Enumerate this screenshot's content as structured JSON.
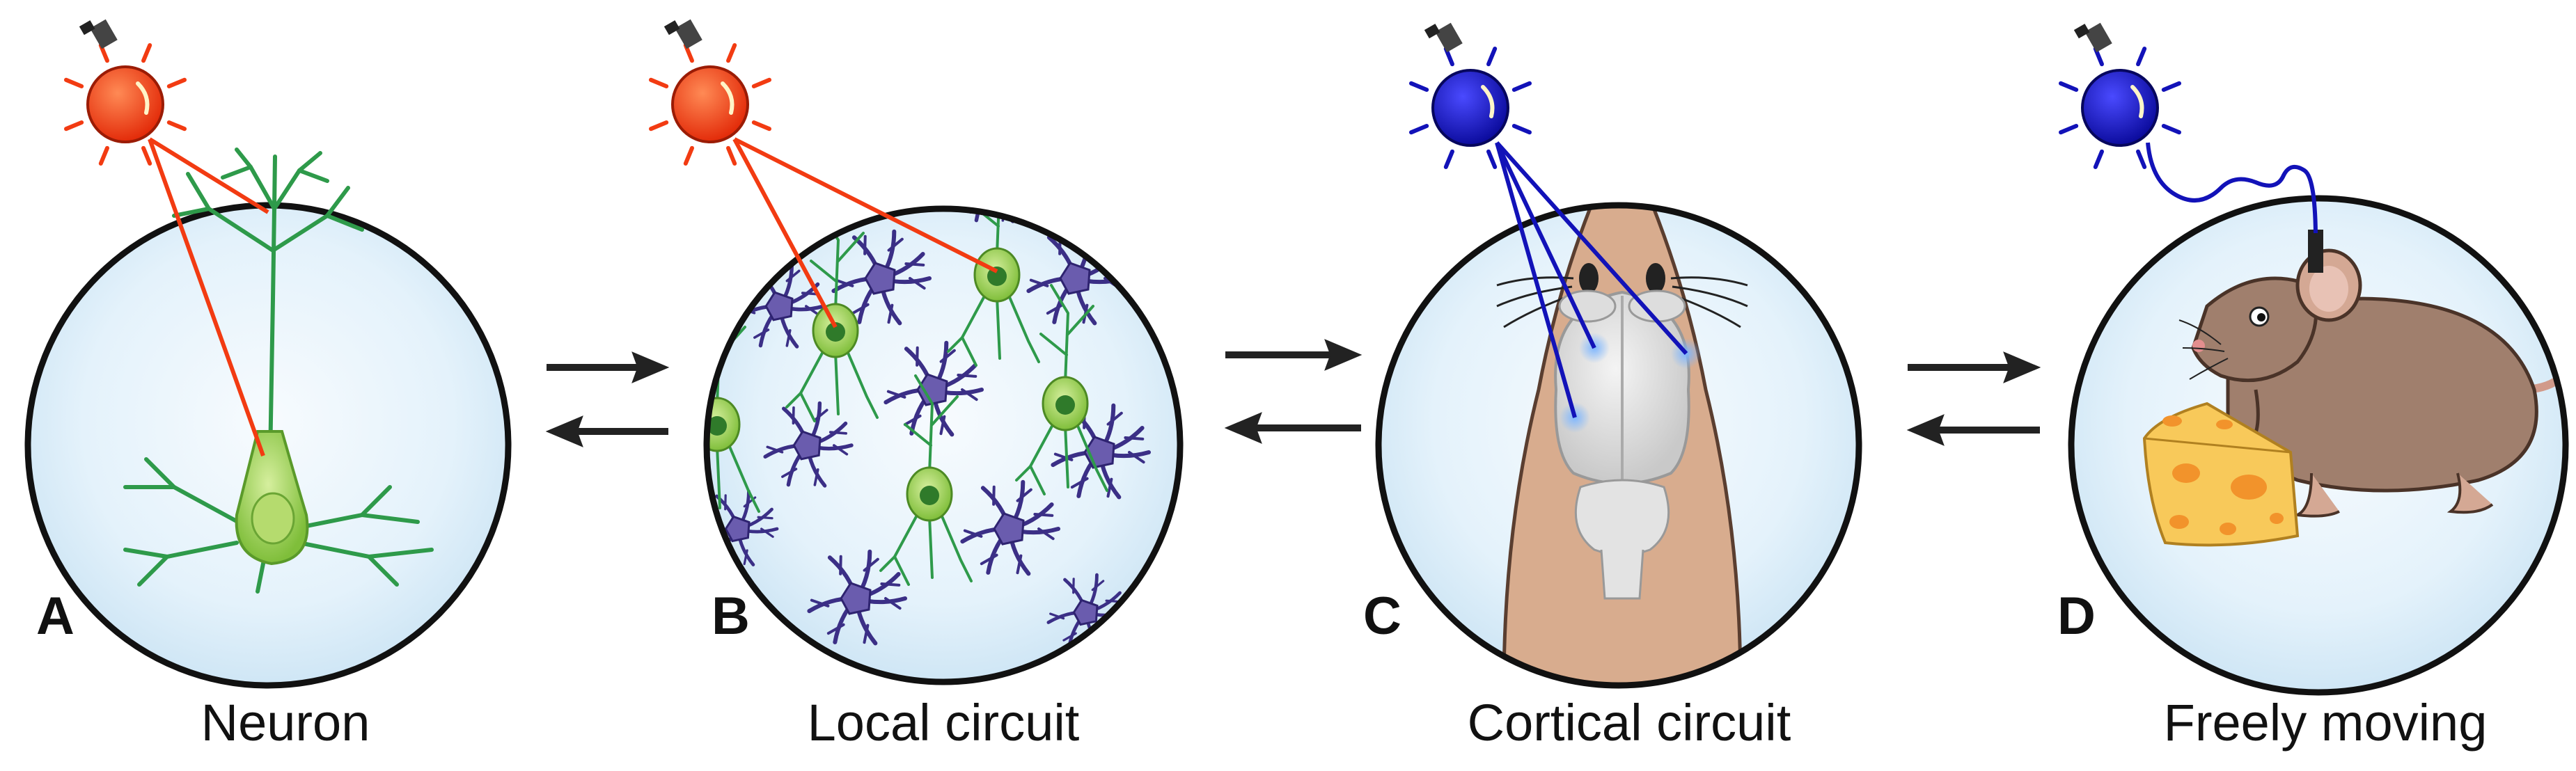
{
  "panels": [
    {
      "letter": "A",
      "caption": "Neuron",
      "light_color": "#f23b12"
    },
    {
      "letter": "B",
      "caption": "Local circuit",
      "light_color": "#f23b12"
    },
    {
      "letter": "C",
      "caption": "Cortical circuit",
      "light_color": "#1212b8"
    },
    {
      "letter": "D",
      "caption": "Freely moving",
      "light_color": "#1212b8"
    }
  ],
  "colors": {
    "red_light": "#f23b12",
    "blue_light": "#1212b8",
    "circle_fill": "#e4f2fb",
    "neuron_green": "#8cc63f",
    "dendrite_green": "#2e9a4a",
    "interneuron_purple": "#4b3d8f",
    "mouse_skin": "#d8ac8e",
    "mouse_brown": "#a07f6d",
    "cheese": "#f8c95a",
    "arrow": "#222222"
  },
  "icons": [
    "light-bulb-icon",
    "reversible-arrows-icon"
  ]
}
